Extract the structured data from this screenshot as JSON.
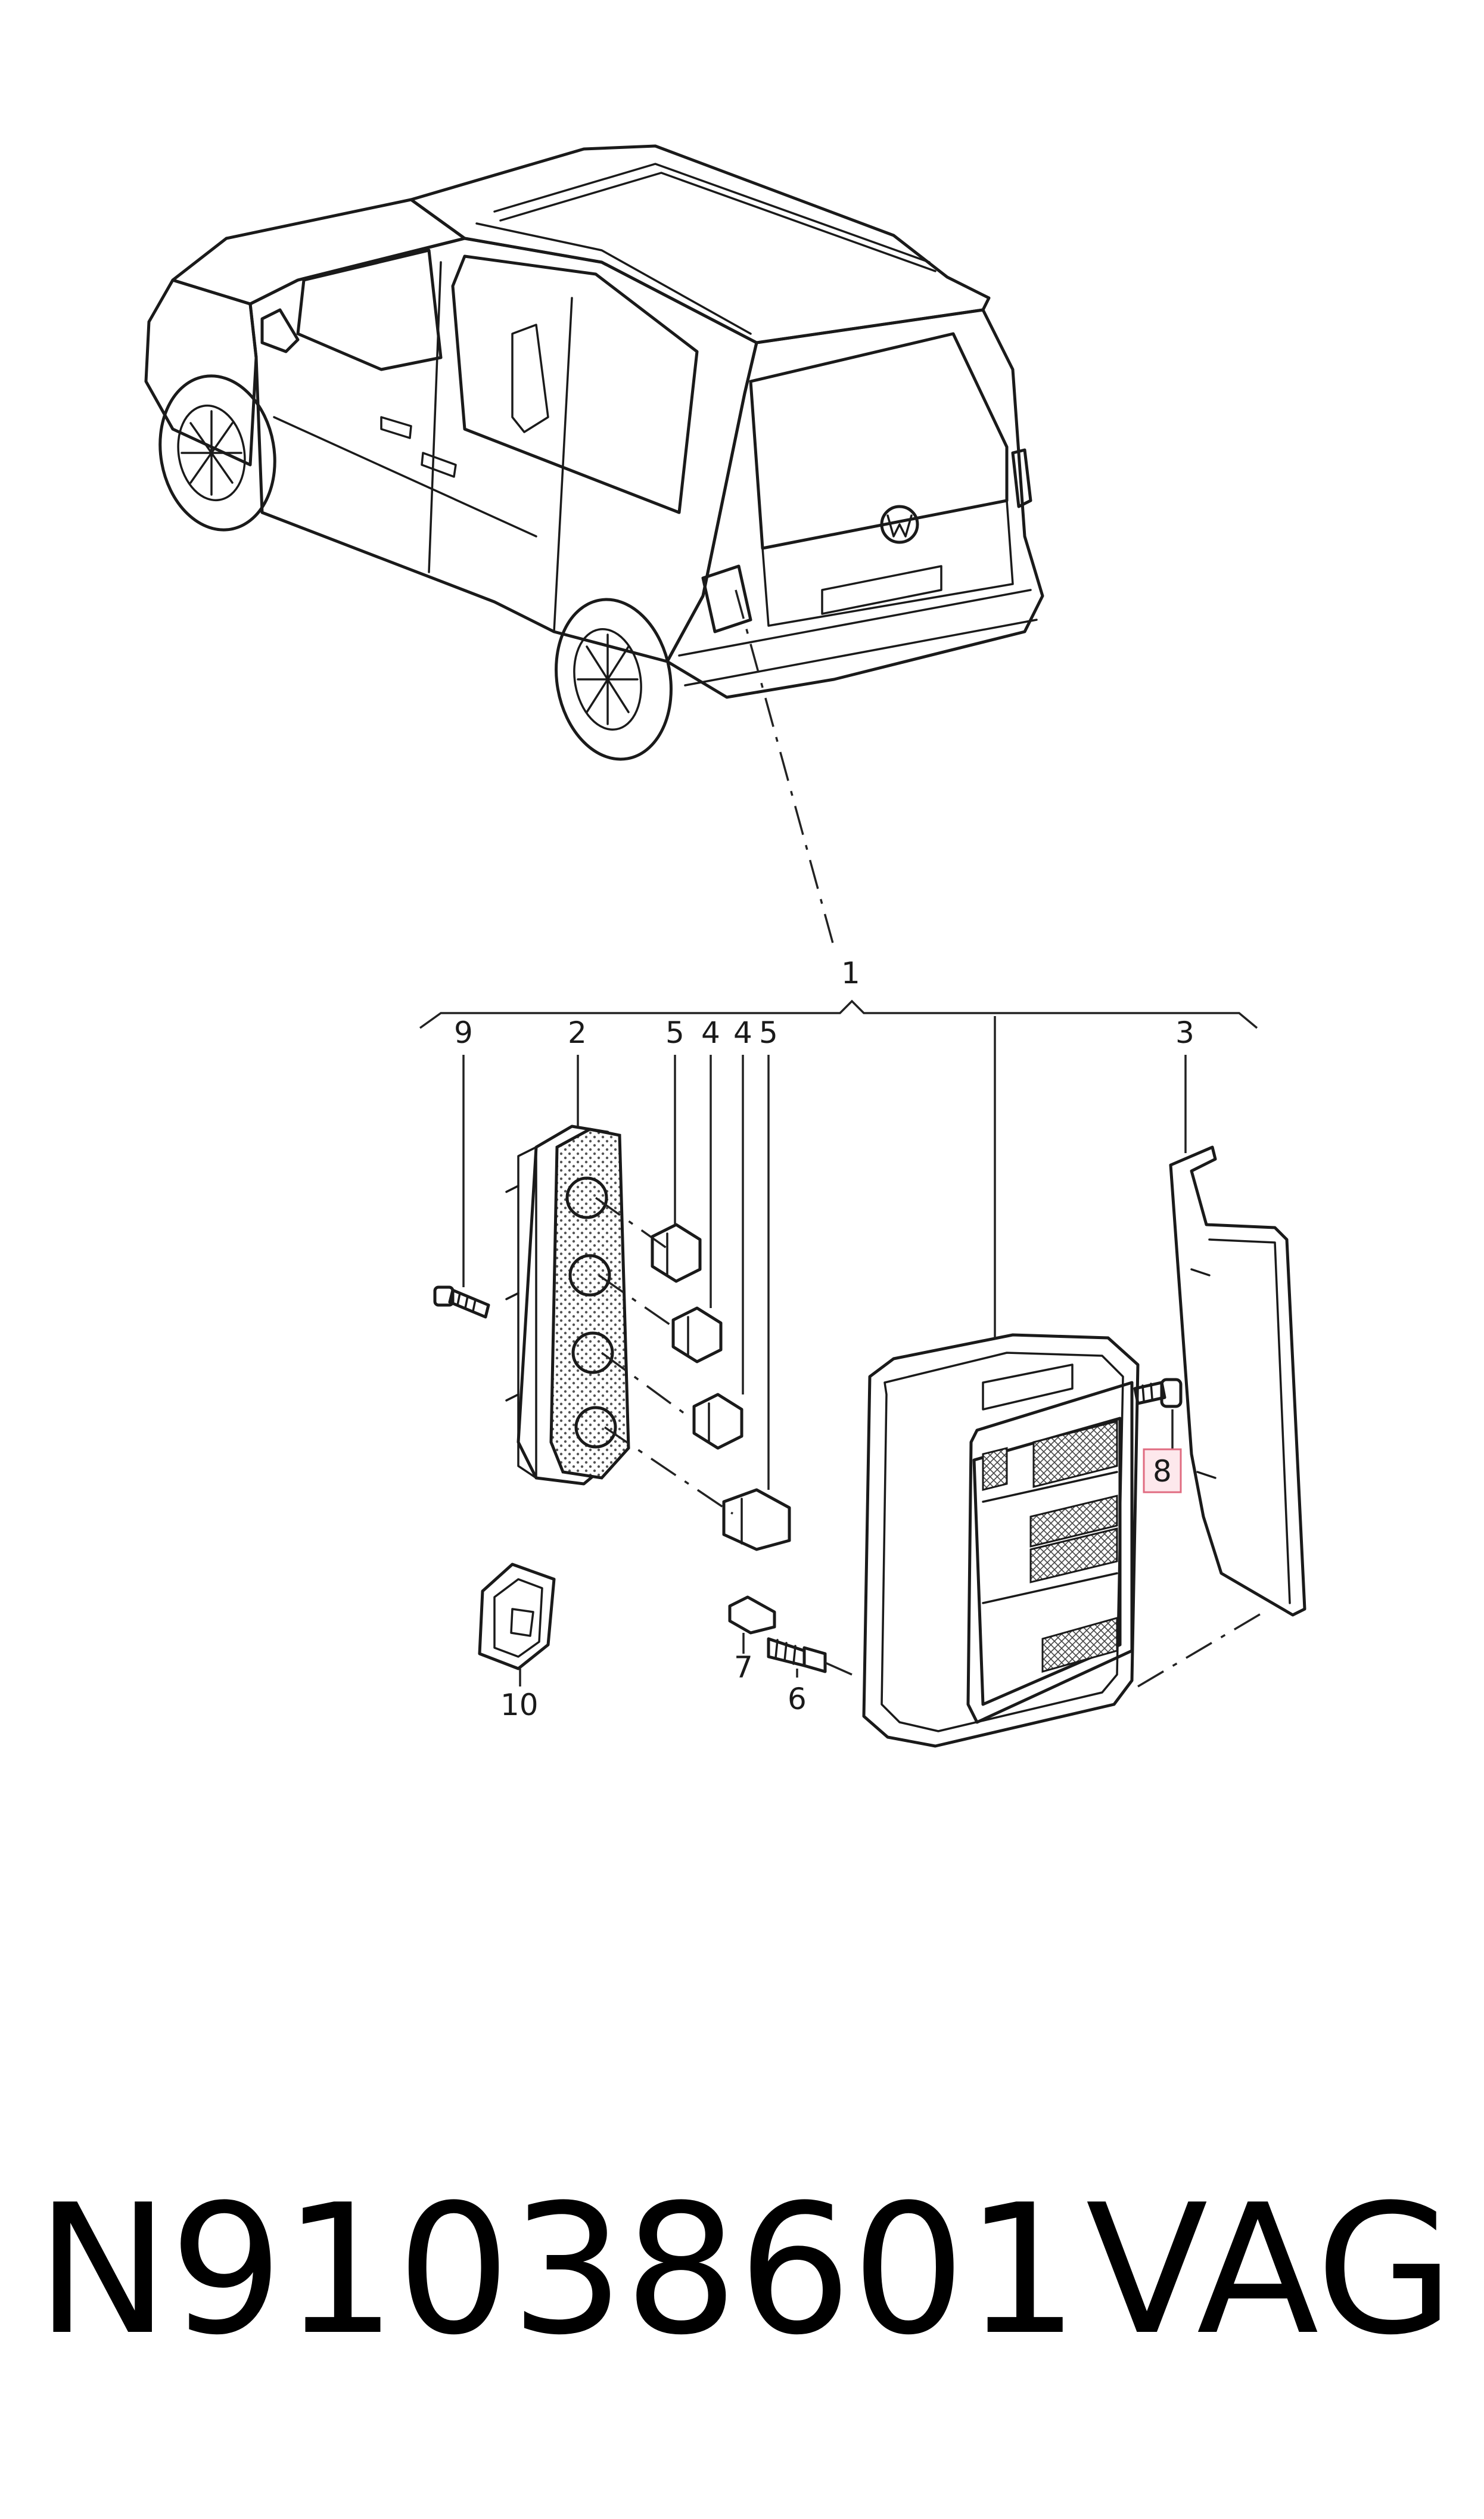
{
  "callouts": {
    "c1": "1",
    "c2": "2",
    "c3": "3",
    "c4a": "4",
    "c4b": "4",
    "c5a": "5",
    "c5b": "5",
    "c6": "6",
    "c7": "7",
    "c8": "8",
    "c9": "9",
    "c10": "10"
  },
  "highlighted_callout": "8",
  "colors": {
    "highlight_fill": "#fde8ec",
    "highlight_stroke": "#e06b80"
  },
  "footer": {
    "part_number": "N91038601",
    "brand": "VAG"
  }
}
